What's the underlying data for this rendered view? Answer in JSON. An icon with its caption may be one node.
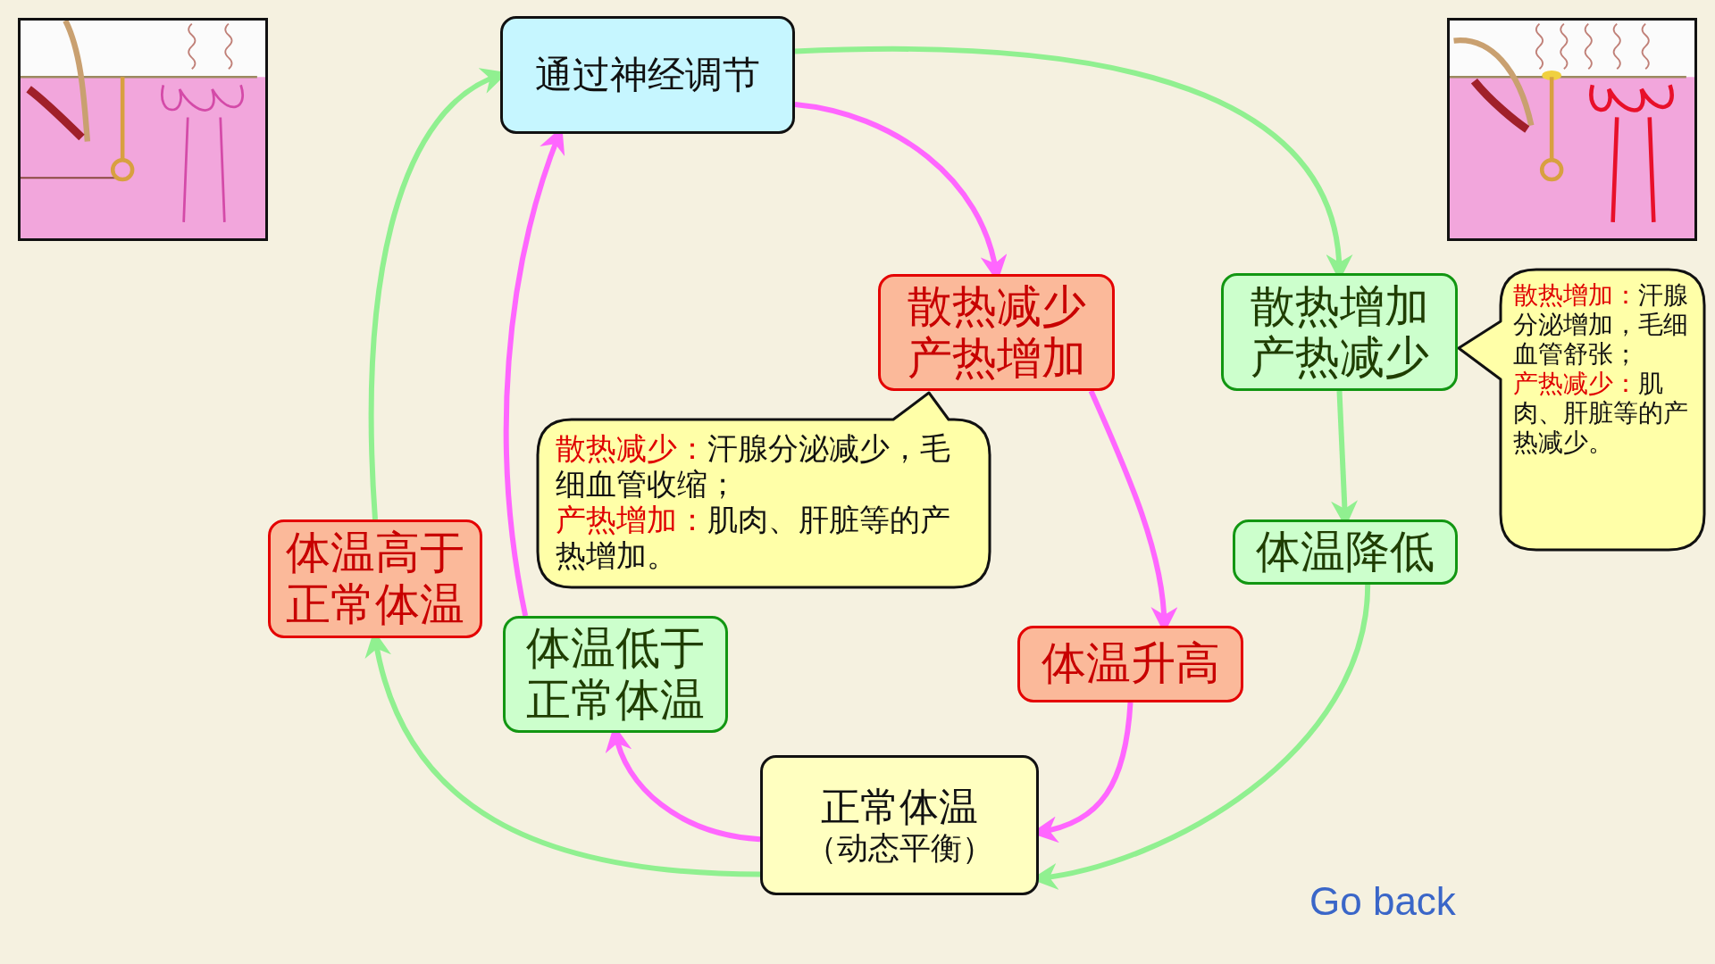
{
  "diagram": {
    "nodes": [
      {
        "text": [
          "通过神经调节"
        ]
      },
      {
        "text": [],
        "shape": "picture"
      },
      {
        "text": [],
        "shape": "picture"
      },
      {
        "text": [
          "散热减少：",
          "汗腺分泌减少，毛细血管收缩；",
          "产热增加：",
          "肌肉、肝脏等的产热增加。"
        ]
      },
      {
        "text": [
          "散热减少",
          "产热增加"
        ]
      },
      {
        "text": [
          "散热增加：",
          "汗腺分泌增加，毛细血管舒张；",
          "产热减少：",
          "肌肉、肝脏等的产热减少。"
        ]
      },
      {
        "text": [
          "散热增加",
          "产热减少"
        ]
      },
      {
        "text": [
          "体温高于正常体温"
        ]
      },
      {
        "text": [
          "体温低于正常体温"
        ]
      },
      {
        "text": [
          "体温降低"
        ]
      },
      {
        "text": [
          "体温升高"
        ]
      },
      {
        "text": [
          "正常体温",
          "（动态平衡）"
        ]
      }
    ],
    "edges": [
      {
        "from": 7,
        "to": 0,
        "arrow": "to",
        "color": "#90f090"
      },
      {
        "from": 0,
        "to": 6,
        "arrow": "to",
        "color": "#90f090"
      },
      {
        "from": 6,
        "to": 9,
        "arrow": "to",
        "color": "#90f090"
      },
      {
        "from": 9,
        "to": 11,
        "arrow": "to",
        "color": "#90f090"
      },
      {
        "from": 11,
        "to": 7,
        "arrow": "to",
        "color": "#90f090"
      },
      {
        "from": 11,
        "to": 8,
        "arrow": "to",
        "color": "#ff66ff"
      },
      {
        "from": 8,
        "to": 0,
        "arrow": "to",
        "color": "#ff66ff"
      },
      {
        "from": 0,
        "to": 4,
        "arrow": "to",
        "color": "#ff66ff"
      },
      {
        "from": 4,
        "to": 10,
        "arrow": "to",
        "color": "#ff66ff"
      },
      {
        "from": 10,
        "to": 11,
        "arrow": "to",
        "color": "#ff66ff"
      }
    ],
    "labels": [
      "Go back"
    ]
  }
}
